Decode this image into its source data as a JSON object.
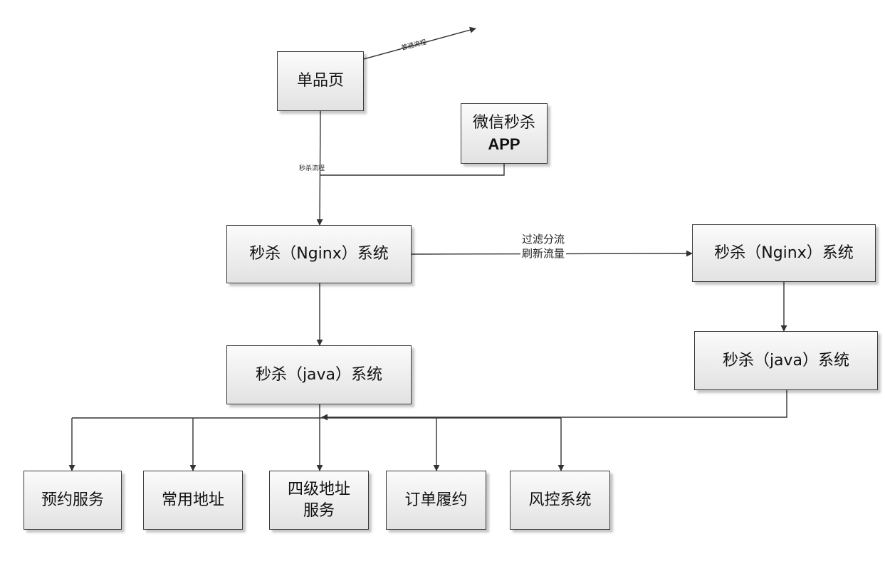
{
  "nodes": {
    "item_page": "单品页",
    "wechat_app_line1": "微信秒杀",
    "wechat_app_line2": "APP",
    "nginx_left": "秒杀（Nginx）系统",
    "nginx_right": "秒杀（Nginx）系统",
    "java_left": "秒杀（java）系统",
    "java_right": "秒杀（java）系统",
    "reservation": "预约服务",
    "common_address": "常用地址",
    "address_l1": "四级地址",
    "address_l2": "服务",
    "order": "订单履约",
    "risk": "风控系统"
  },
  "edge_labels": {
    "normal_flow": "普通流程",
    "seckill_flow": "秒杀流程",
    "filter_line1": "过滤分流",
    "filter_line2": "刷新流量"
  }
}
